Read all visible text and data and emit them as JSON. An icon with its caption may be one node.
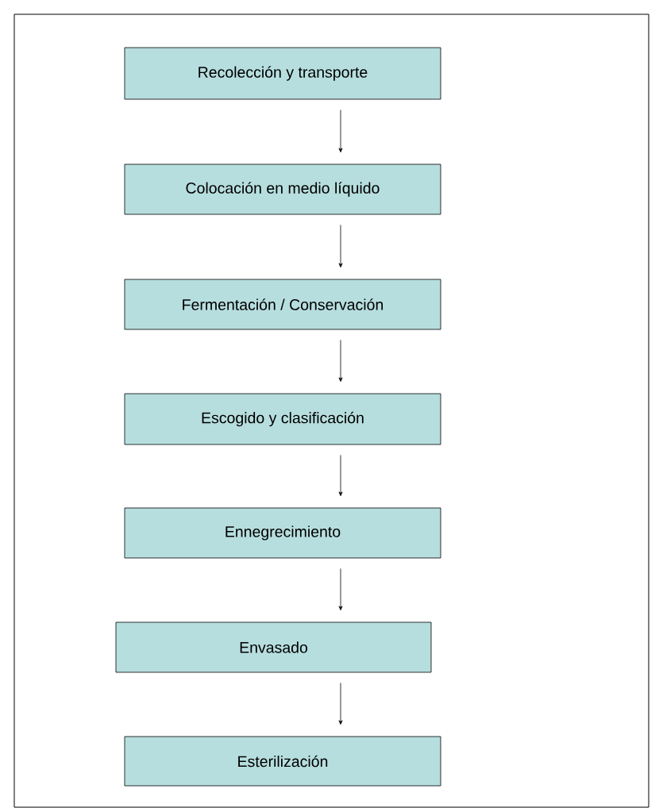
{
  "diagram": {
    "nodes": [
      {
        "text": [
          "Recolección y transporte"
        ]
      },
      {
        "text": [
          "Colocación en medio líquido"
        ]
      },
      {
        "text": [
          "Fermentación / Conservación"
        ]
      },
      {
        "text": [
          "Escogido y clasificación"
        ]
      },
      {
        "text": [
          "Ennegrecimiento"
        ]
      },
      {
        "text": [
          "Envasado"
        ]
      },
      {
        "text": [
          "Esterilización"
        ]
      }
    ],
    "edges": [
      {
        "from": 0,
        "to": 1,
        "arrow": "to"
      },
      {
        "from": 1,
        "to": 2,
        "arrow": "to"
      },
      {
        "from": 2,
        "to": 3,
        "arrow": "to"
      },
      {
        "from": 3,
        "to": 4,
        "arrow": "to"
      },
      {
        "from": 4,
        "to": 5,
        "arrow": "to"
      },
      {
        "from": 5,
        "to": 6,
        "arrow": "to"
      }
    ]
  }
}
